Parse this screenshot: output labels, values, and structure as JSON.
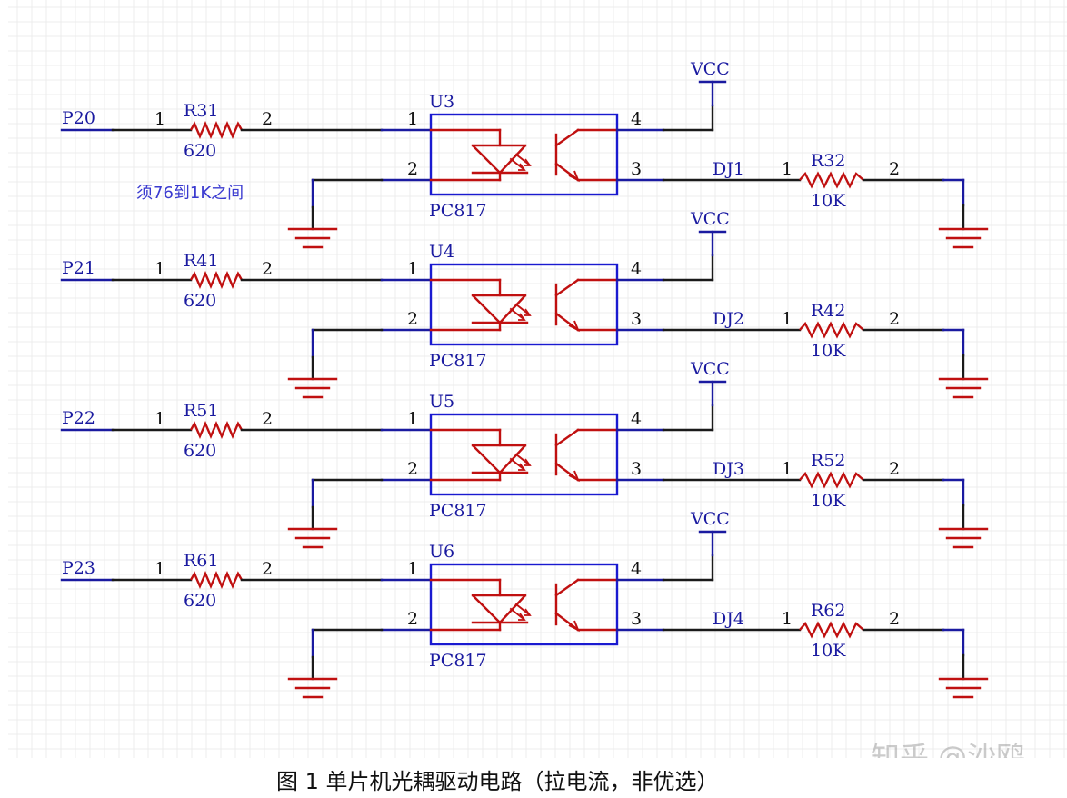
{
  "figure": {
    "caption": "图 1 单片机光耦驱动电路（拉电流，非优选）",
    "watermark": "知乎 @沙鸥",
    "note": "须76到1K之间"
  },
  "colors": {
    "background": "#ffffff",
    "grid": "#ececec",
    "wire": "#1a1a1a",
    "net_stub": "#1a1aa0",
    "component": "#c01010",
    "ic_box": "#1a1ad0",
    "text": "#1a1aa0"
  },
  "power": {
    "label": "VCC"
  },
  "channels": [
    {
      "input_net": "P20",
      "input_resistor": {
        "ref": "R31",
        "value": "620",
        "pin1": "1",
        "pin2": "2"
      },
      "optocoupler": {
        "ref": "U3",
        "part": "PC817",
        "pins": [
          "1",
          "2",
          "3",
          "4"
        ]
      },
      "output_net": "DJ1",
      "output_resistor": {
        "ref": "R32",
        "value": "10K",
        "pin1": "1",
        "pin2": "2"
      }
    },
    {
      "input_net": "P21",
      "input_resistor": {
        "ref": "R41",
        "value": "620",
        "pin1": "1",
        "pin2": "2"
      },
      "optocoupler": {
        "ref": "U4",
        "part": "PC817",
        "pins": [
          "1",
          "2",
          "3",
          "4"
        ]
      },
      "output_net": "DJ2",
      "output_resistor": {
        "ref": "R42",
        "value": "10K",
        "pin1": "1",
        "pin2": "2"
      }
    },
    {
      "input_net": "P22",
      "input_resistor": {
        "ref": "R51",
        "value": "620",
        "pin1": "1",
        "pin2": "2"
      },
      "optocoupler": {
        "ref": "U5",
        "part": "PC817",
        "pins": [
          "1",
          "2",
          "3",
          "4"
        ]
      },
      "output_net": "DJ3",
      "output_resistor": {
        "ref": "R52",
        "value": "10K",
        "pin1": "1",
        "pin2": "2"
      }
    },
    {
      "input_net": "P23",
      "input_resistor": {
        "ref": "R61",
        "value": "620",
        "pin1": "1",
        "pin2": "2"
      },
      "optocoupler": {
        "ref": "U6",
        "part": "PC817",
        "pins": [
          "1",
          "2",
          "3",
          "4"
        ]
      },
      "output_net": "DJ4",
      "output_resistor": {
        "ref": "R62",
        "value": "10K",
        "pin1": "1",
        "pin2": "2"
      }
    }
  ]
}
